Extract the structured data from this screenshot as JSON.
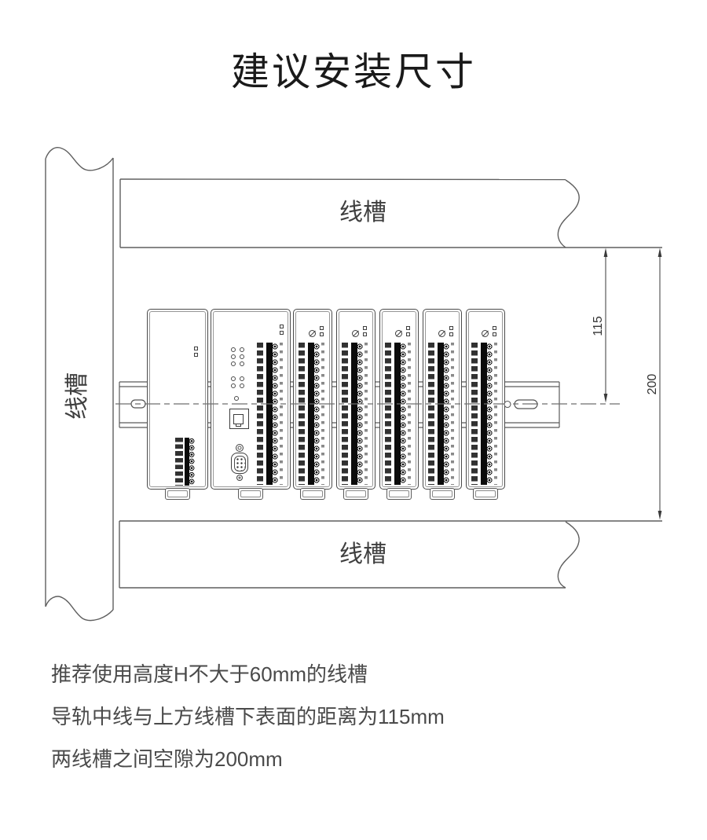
{
  "title": "建议安装尺寸",
  "diagram": {
    "top_duct_label": "线槽",
    "left_duct_label": "线槽",
    "bottom_duct_label": "线槽",
    "dim_rail_to_top_duct": "115",
    "dim_between_ducts": "200"
  },
  "notes": [
    "推荐使用高度H不大于60mm的线槽",
    "导轨中线与上方线槽下表面的距离为115mm",
    "两线槽之间空隙为200mm"
  ],
  "colors": {
    "duct_line": "#5f5f5f",
    "dimension_line": "#3a3a3a",
    "terminal_dark": "#0b0b0b",
    "note_text": "#4a4a4a",
    "title_text": "#1a1a1a"
  }
}
